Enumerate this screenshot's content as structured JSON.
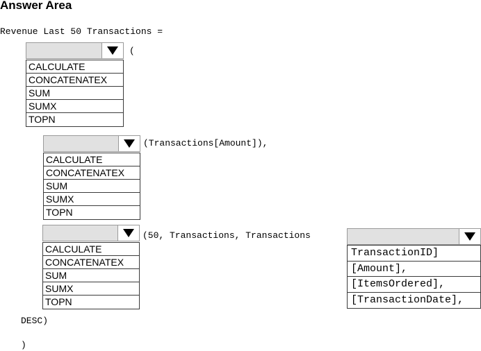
{
  "title": "Answer Area",
  "code": {
    "line1": "Revenue Last 50 Transactions =",
    "open_paren": "(",
    "after_dd2": "(Transactions[Amount]),",
    "after_dd3": "(50, Transactions, Transactions",
    "desc": "DESC)",
    "close_paren": ")"
  },
  "function_options": [
    "CALCULATE",
    "CONCATENATEX",
    "SUM",
    "SUMX",
    "TOPN"
  ],
  "column_options": [
    "TransactionID]",
    "[Amount],",
    "[ItemsOrdered],",
    "[TransactionDate],"
  ],
  "icons": {
    "dropdown_arrow": "triangle-down-icon"
  },
  "colors": {
    "header_fill": "#e1e1e1",
    "border": "#3a3a3a"
  }
}
